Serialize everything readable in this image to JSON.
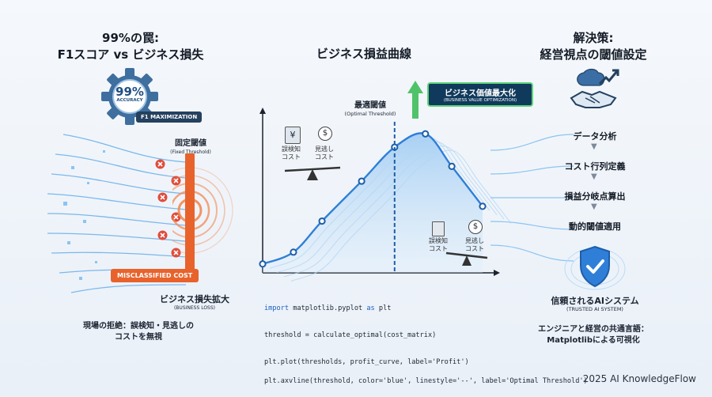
{
  "left": {
    "title_line1": "99%の罠:",
    "title_line2": "F1スコア vs ビジネス損失",
    "gear_percent": "99%",
    "gear_caption": "ACCURACY",
    "f1_badge": "F1 MAXIMIZATION",
    "fixed_threshold_jp": "固定閾値",
    "fixed_threshold_en": "(Fixed Threshold)",
    "misclassified": "MISCLASSIFIED COST",
    "loss_jp": "ビジネス損失拡大",
    "loss_en": "(BUSINESS LOSS)",
    "bottom_line1": "現場の拒絶：誤検知・見逃しの",
    "bottom_line2": "コストを無視"
  },
  "center": {
    "title": "ビジネス損益曲線",
    "optimal_jp": "最適閾値",
    "optimal_en": "(Optimal Threshold)",
    "callout_jp": "ビジネス価値最大化",
    "callout_en": "(BUSINESS VALUE OPTIMIZATION)",
    "scale1_a": "誤検知",
    "scale1_b": "コスト",
    "scale1_c": "見逃し",
    "scale1_d": "コスト",
    "scale2_a": "誤検知",
    "scale2_b": "コスト",
    "scale2_c": "見逃し",
    "scale2_d": "コスト",
    "yen": "¥",
    "dollar": "$",
    "dollar2": "$",
    "code_l1_kw": "import",
    "code_l1_rest": " matplotlib.pyplot ",
    "code_l1_kw2": "as",
    "code_l1_end": " plt",
    "code_l2": "threshold = calculate_optimal(cost_matrix)",
    "code_l3": "plt.plot(thresholds, profit_curve, label='Profit')",
    "code_l4": "plt.axvline(threshold, color='blue', linestyle='--', label='Optimal Threshold')"
  },
  "right": {
    "title_line1": "解決策:",
    "title_line2": "経営視点の閾値設定",
    "steps": [
      "データ分析",
      "コスト行列定義",
      "損益分岐点算出",
      "動的閾値適用"
    ],
    "system_jp": "信頼されるAIシステム",
    "system_en": "(TRUSTED AI SYSTEM)",
    "bottom_line1": "エンジニアと経営の共通言語：",
    "bottom_line2": "Matplotlibによる可視化"
  },
  "footer": "2025 AI KnowledgeFlow",
  "colors": {
    "accent_blue": "#2f7fd8",
    "orange": "#e8622c",
    "green": "#4fc36a",
    "dark_navy": "#24415f"
  },
  "chart_data": {
    "type": "line",
    "title": "ビジネス損益曲線",
    "xlabel": "",
    "ylabel": "",
    "series": [
      {
        "name": "",
        "x": [
          0.0,
          0.14,
          0.27,
          0.45,
          0.6,
          0.74,
          0.86,
          1.0
        ],
        "values": [
          0.06,
          0.14,
          0.35,
          0.62,
          0.85,
          0.94,
          0.72,
          0.45
        ]
      }
    ],
    "optimal_x": 0.6,
    "grid": false
  }
}
